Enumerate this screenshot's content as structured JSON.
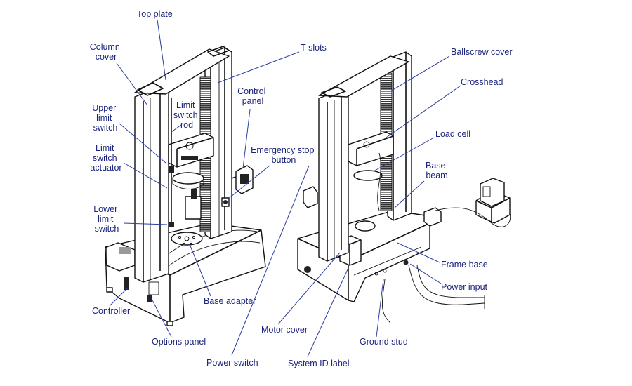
{
  "labels": {
    "top_plate": "Top plate",
    "column_cover": [
      "Column",
      "cover"
    ],
    "upper_limit_switch": [
      "Upper",
      "limit",
      "switch"
    ],
    "limit_switch_rod": [
      "Limit",
      "switch",
      "rod"
    ],
    "limit_switch_actuator": [
      "Limit",
      "switch",
      "actuator"
    ],
    "lower_limit_switch": [
      "Lower",
      "limit",
      "switch"
    ],
    "controller": "Controller",
    "options_panel": "Options panel",
    "base_adapter": "Base adapter",
    "control_panel": [
      "Control",
      "panel"
    ],
    "emergency_stop_button": [
      "Emergency stop",
      "button"
    ],
    "t_slots": "T-slots",
    "power_switch": "Power switch",
    "motor_cover": "Motor cover",
    "system_id_label": "System ID label",
    "ground_stud": "Ground stud",
    "ballscrew_cover": "Ballscrew cover",
    "crosshead": "Crosshead",
    "load_cell": "Load cell",
    "base_beam": [
      "Base",
      "beam"
    ],
    "frame_base": "Frame base",
    "power_input": "Power input"
  },
  "colors": {
    "label": "#1a237e",
    "leader": "#2c3e9e",
    "drawing": "#111111"
  }
}
